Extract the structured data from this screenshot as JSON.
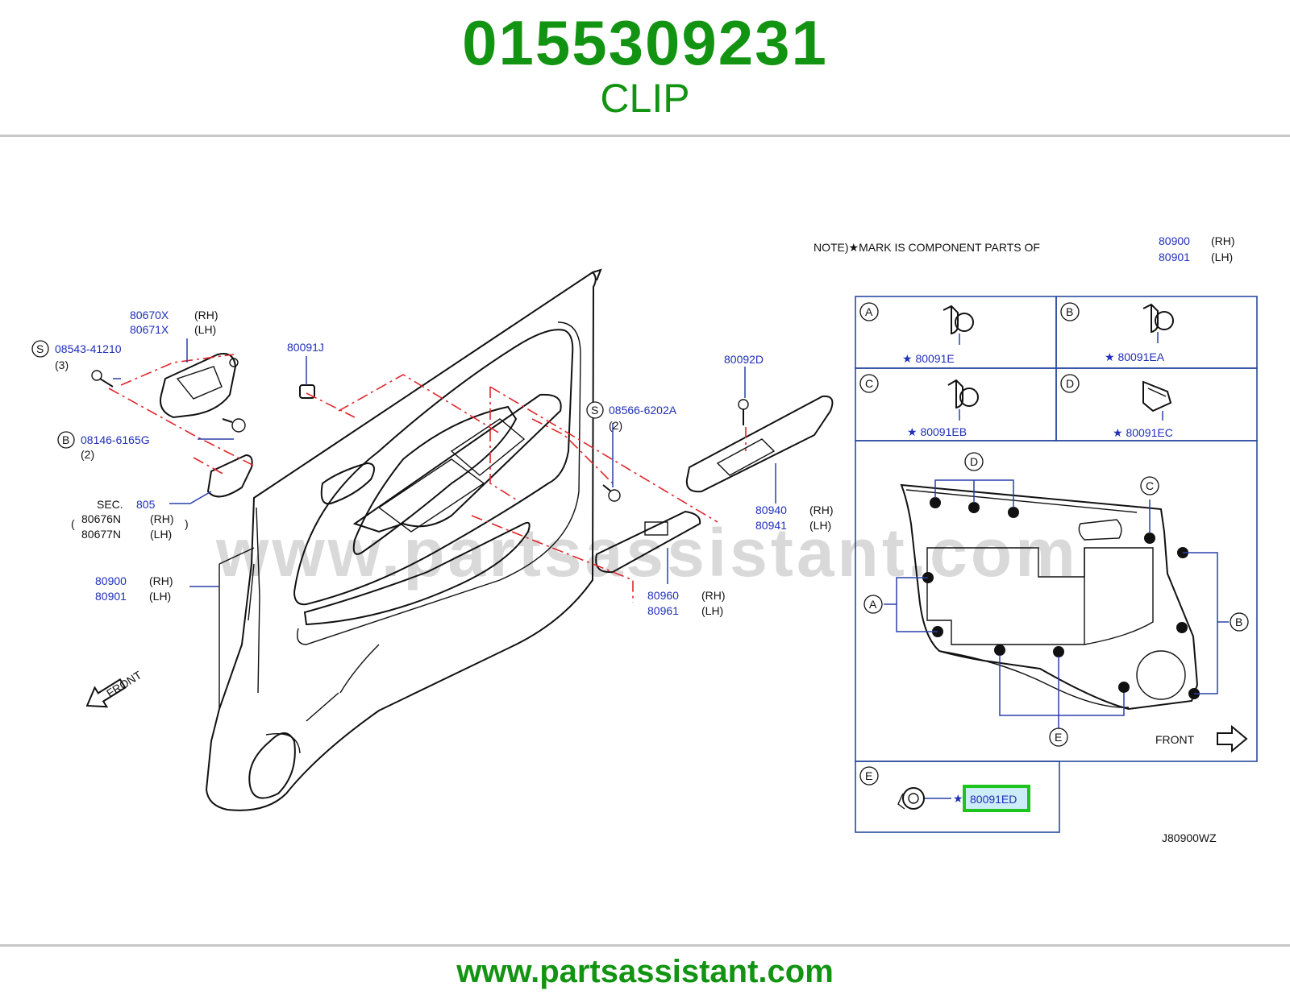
{
  "header": {
    "part_number": "0155309231",
    "part_name": "CLIP"
  },
  "footer": {
    "url": "www.partsassistant.com"
  },
  "watermark": "www.partsassistant.com",
  "note": {
    "text": "NOTE)★MARK  IS  COMPONENT  PARTS  OF",
    "p1": "80900",
    "p1_side": "(RH)",
    "p2": "80901",
    "p2_side": "(LH)"
  },
  "callouts": {
    "handle_rh": "80670X",
    "handle_rh_side": "(RH)",
    "handle_lh": "80671X",
    "handle_lh_side": "(LH)",
    "screw_s1_letter": "S",
    "screw_s1": "08543-41210",
    "screw_s1_qty": "(3)",
    "bolt_b_letter": "B",
    "bolt_b": "08146-6165G",
    "bolt_b_qty": "(2)",
    "sec_label": "SEC.",
    "sec_num": "805",
    "pull_rh": "80676N",
    "pull_rh_side": "(RH)",
    "pull_lh": "80677N",
    "pull_lh_side": "(LH)",
    "trim_rh": "80900",
    "trim_rh_side": "(RH)",
    "trim_lh": "80901",
    "trim_lh_side": "(LH)",
    "clip_j": "80091J",
    "screw_s2_letter": "S",
    "screw_s2": "08566-6202A",
    "screw_s2_qty": "(2)",
    "clip_d": "80092D",
    "finisher_rh": "80940",
    "finisher_rh_side": "(RH)",
    "finisher_lh": "80941",
    "finisher_lh_side": "(LH)",
    "switch_rh": "80960",
    "switch_rh_side": "(RH)",
    "switch_lh": "80961",
    "switch_lh_side": "(LH)",
    "front": "FRONT"
  },
  "detail": {
    "a_letter": "A",
    "a_part": "★ 80091E",
    "b_letter": "B",
    "b_part": "★ 80091EA",
    "c_letter": "C",
    "c_part": "★ 80091EB",
    "d_letter": "D",
    "d_part": "★ 80091EC",
    "e_letter": "E",
    "e_star": "★",
    "e_part": "80091ED",
    "front": "FRONT",
    "highlight_color": "#1ec41e"
  },
  "diagram_code": "J80900WZ"
}
